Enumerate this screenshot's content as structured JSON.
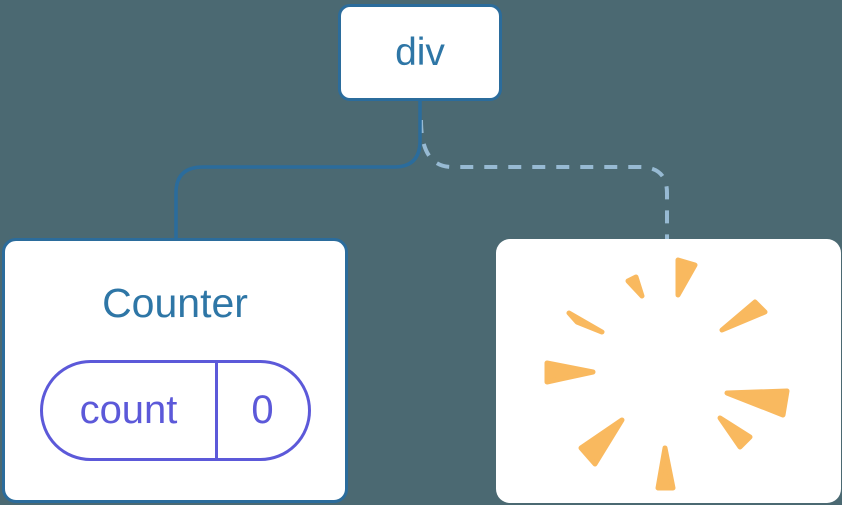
{
  "diagram": {
    "root_node": {
      "label": "div"
    },
    "counter_card": {
      "title": "Counter",
      "state_pill": {
        "name": "count",
        "value": "0"
      }
    },
    "removed_card": {
      "icon": "poof-burst-icon"
    },
    "connectors": {
      "to_counter": "solid",
      "to_removed": "dashed"
    }
  },
  "colors": {
    "canvas-bg": "#4B6972",
    "card-bg": "#FFFFFF",
    "border-blue": "#2B6C9C",
    "text-blue": "#2E76A6",
    "dash-blue": "#97BAD3",
    "pill-indigo": "#5C59D9",
    "poof-orange": "#F9B95F"
  }
}
